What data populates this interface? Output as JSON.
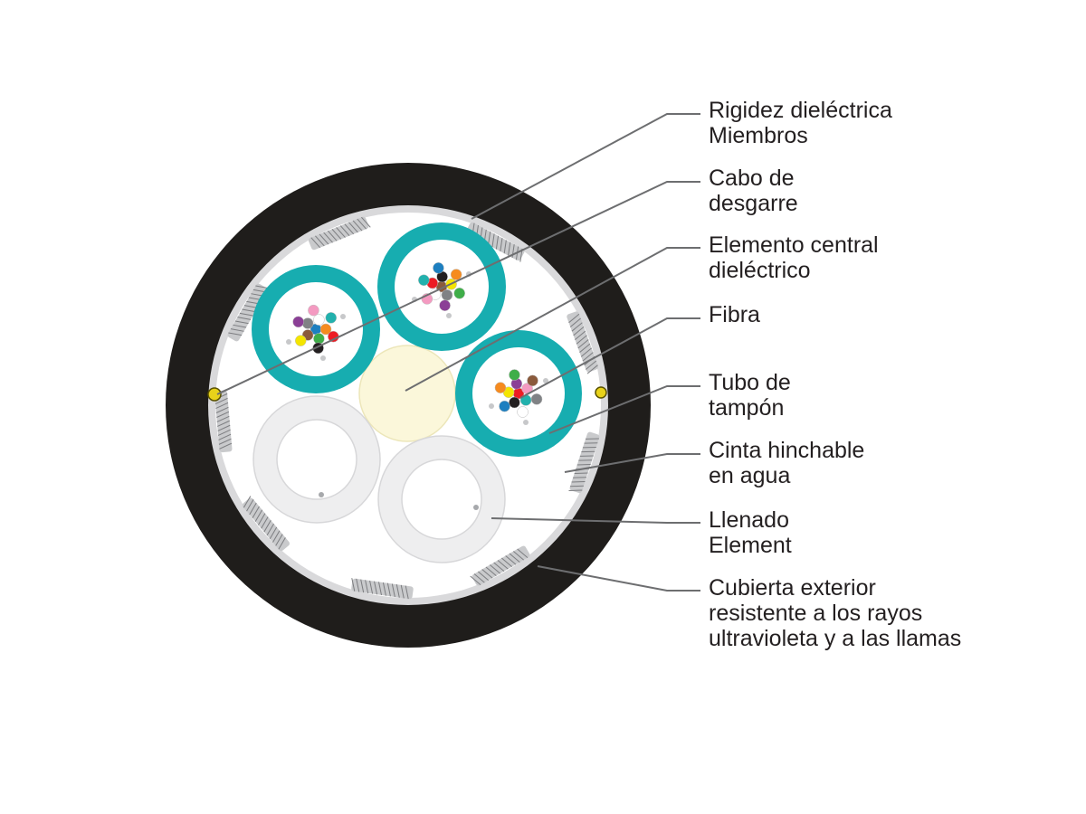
{
  "labels": [
    {
      "id": "strength-members",
      "lines": [
        "Rigidez dieléctrica",
        "Miembros"
      ]
    },
    {
      "id": "ripcord",
      "lines": [
        "Cabo de",
        "desgarre"
      ]
    },
    {
      "id": "central-member",
      "lines": [
        "Elemento central",
        "dieléctrico"
      ]
    },
    {
      "id": "fiber",
      "lines": [
        "Fibra"
      ]
    },
    {
      "id": "buffer-tube",
      "lines": [
        "Tubo de",
        "tampón"
      ]
    },
    {
      "id": "water-tape",
      "lines": [
        "Cinta hinchable",
        "en agua"
      ]
    },
    {
      "id": "filler",
      "lines": [
        "Llenado",
        "Element"
      ]
    },
    {
      "id": "outer-jacket",
      "lines": [
        "Cubierta exterior",
        "resistente a los rayos",
        "ultravioleta y a las llamas"
      ]
    }
  ],
  "colors": {
    "jacket": "#1f1d1b",
    "buffer_tube": "#17adb0",
    "central_member": "#fbf7da",
    "filler": "#eeeeef",
    "leader_line": "#6d6e70",
    "text": "#231f20",
    "ripcord": "#e8d21a"
  },
  "fiber_colors": [
    "#1d7fc0",
    "#f68b1f",
    "#3fae49",
    "#8a5a3c",
    "#808285",
    "#ffffff",
    "#ed1c24",
    "#231f20",
    "#f4e500",
    "#8b3f96",
    "#f49ac1",
    "#22b1ad"
  ]
}
